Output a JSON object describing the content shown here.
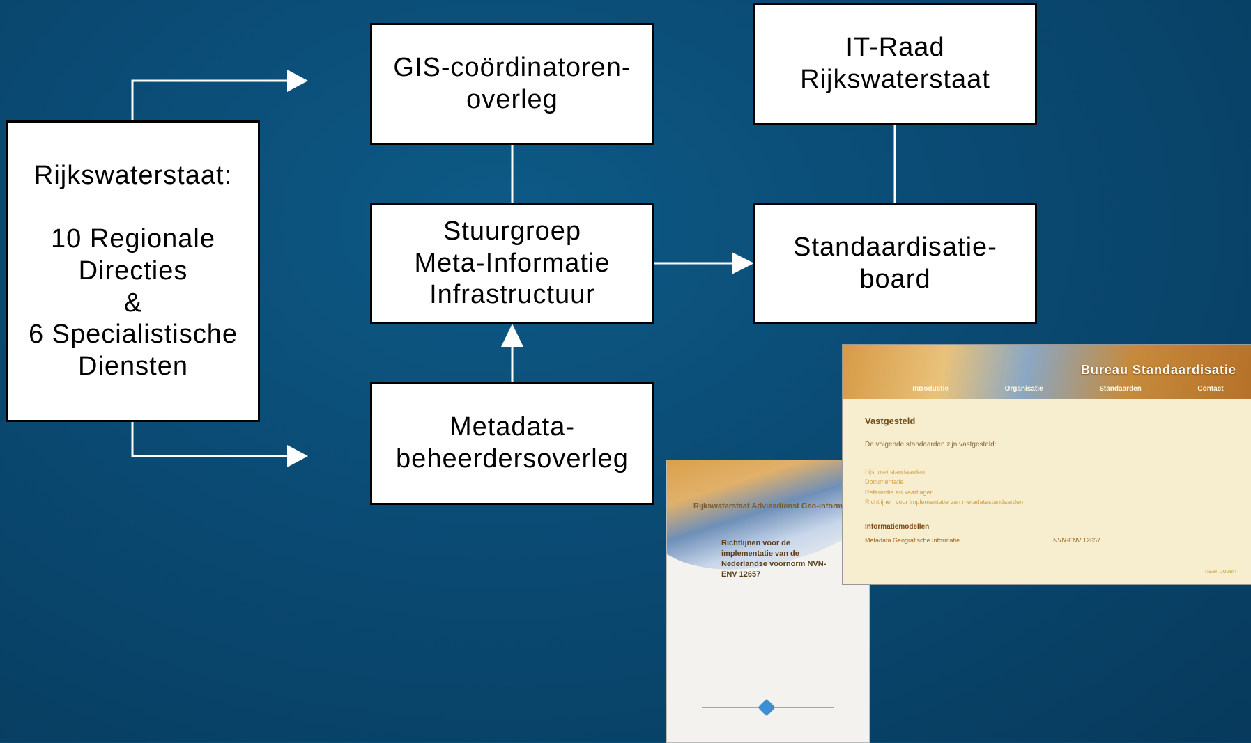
{
  "diagram": {
    "boxes": {
      "rws": [
        "Rijkswaterstaat:",
        "",
        "10 Regionale",
        "Directies",
        "&",
        "6 Specialistische",
        "Diensten"
      ],
      "gis": [
        "GIS-coördinatoren-",
        "overleg"
      ],
      "itraad": [
        "IT-Raad",
        "Rijkswaterstaat"
      ],
      "stuurgroep": [
        "Stuurgroep",
        "Meta-Informatie",
        "Infrastructuur"
      ],
      "standaard": [
        "Standaardisatie-",
        "board"
      ],
      "metadata": [
        "Metadata-",
        "beheerdersoverleg"
      ]
    },
    "line_color": "#ffffff",
    "box_border": "#000000"
  },
  "booklet": {
    "header": "Rijkswaterstaat Adviesdienst Geo-informatie en ICT",
    "title": "Richtlijnen voor de implementatie van de Nederlandse voornorm NVN-ENV 12657"
  },
  "webpage": {
    "banner_title": "Bureau Standaardisatie",
    "nav": [
      "Introductie",
      "Organisatie",
      "Standaarden",
      "Contact"
    ],
    "heading": "Vastgesteld",
    "intro": "De volgende standaarden zijn vastgesteld:",
    "links": [
      "Lijst met standaarden",
      "Documentatie",
      "Referentie en kaartlagen",
      "Richtlijnen voor implementatie van metadatastandaarden"
    ],
    "subheading": "Informatiemodellen",
    "row": {
      "name": "Metadata Geografische Informatie",
      "code": "NVN-ENV 12657"
    },
    "footer": "naar boven"
  }
}
